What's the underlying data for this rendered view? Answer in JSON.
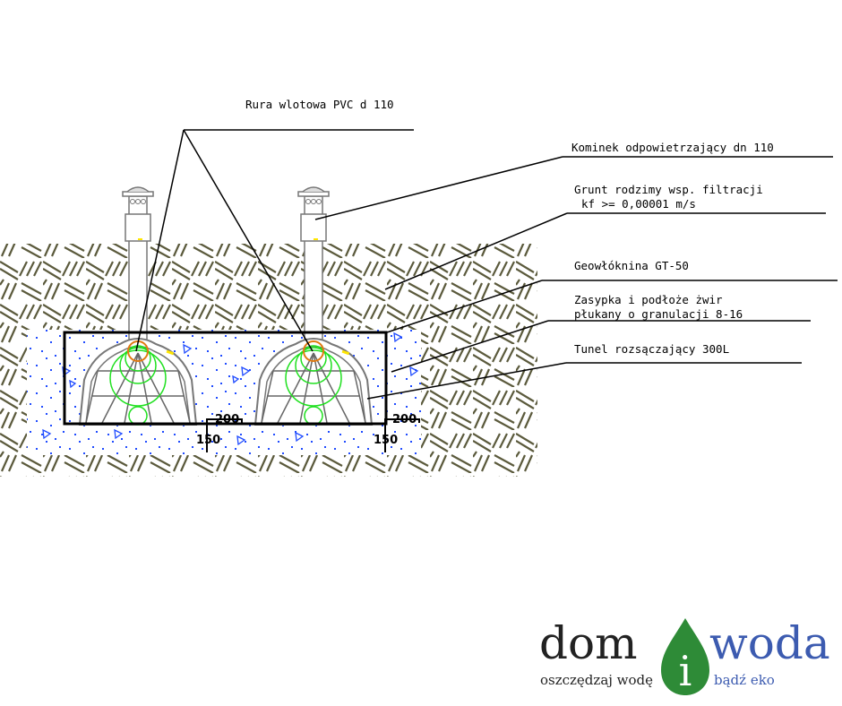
{
  "labels": {
    "inlet_pipe": "Rura wlotowa PVC d 110",
    "vent_chimney": "Kominek odpowietrzający dn 110",
    "native_soil_1": "Grunt rodzimy wsp. filtracji",
    "native_soil_2": "kf >= 0,00001 m/s",
    "geotextile": "Geowłóknina GT-50",
    "backfill_1": "Zasypka i podłoże żwir",
    "backfill_2": "płukany o granulacji 8-16",
    "tunnel": "Tunel rozsączający 300L"
  },
  "dimensions": {
    "gap_width": "200",
    "side_width": "200",
    "base_depth_1": "150",
    "base_depth_2": "150"
  },
  "logo": {
    "word_left": "dom",
    "word_mid": "i",
    "word_right": "woda",
    "tagline_left": "oszczędzaj wodę",
    "tagline_right": "bądź eko"
  },
  "colors": {
    "soil_hatch": "#5b5a3c",
    "gravel_dots": "#1f4bff",
    "pipe_green": "#1fe01f",
    "pipe_orange": "#e07a10",
    "logo_dark": "#222222",
    "logo_green": "#2e8b37",
    "logo_blue": "#3c5bb0"
  }
}
